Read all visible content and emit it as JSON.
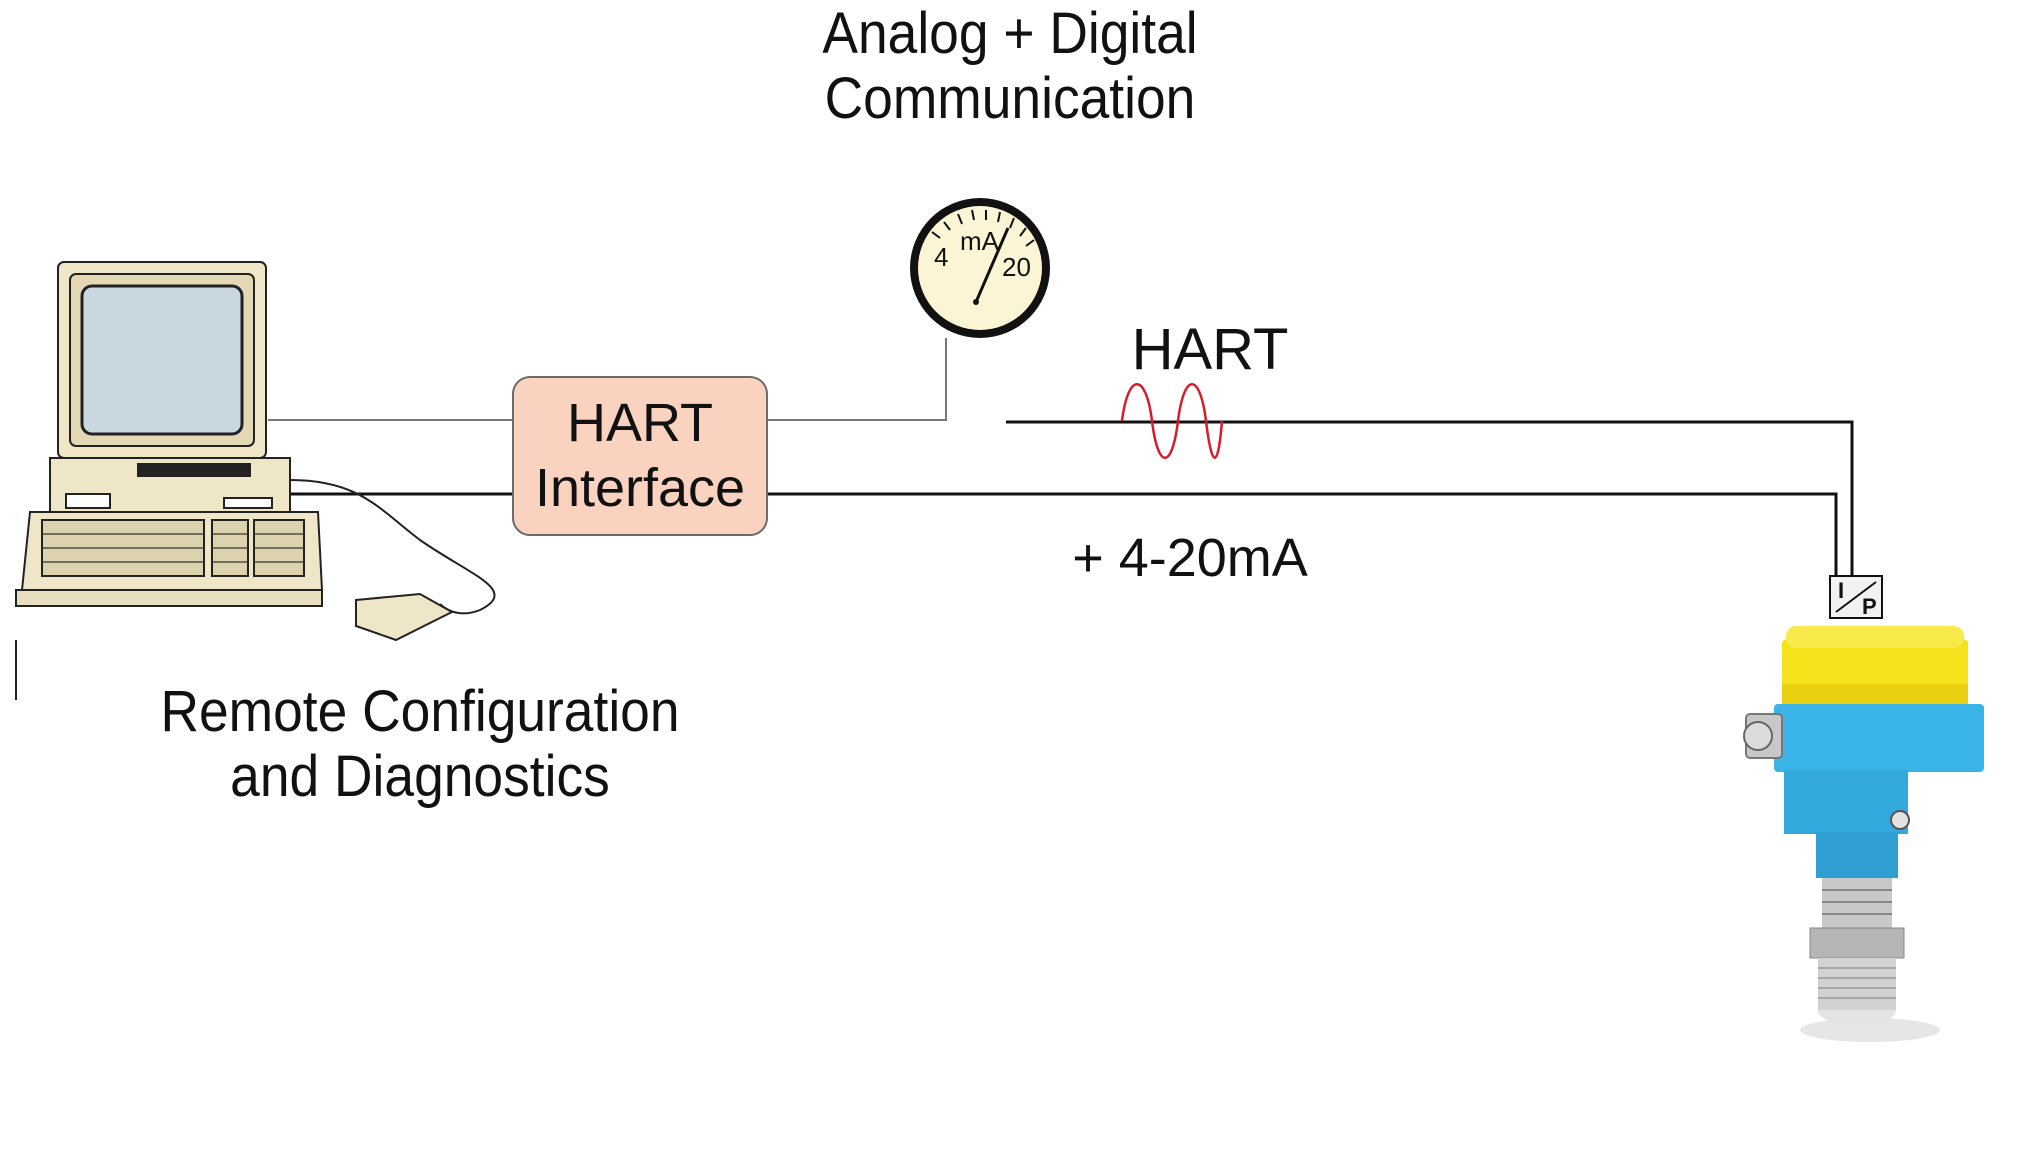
{
  "title": [
    "Analog + Digital",
    "Communication"
  ],
  "computer": {
    "caption": [
      "Remote Configuration",
      "and Diagnostics"
    ]
  },
  "hart_interface": {
    "line1": "HART",
    "line2": "Interface"
  },
  "meter": {
    "low": "4",
    "unit": "mA",
    "high": "20"
  },
  "signals": {
    "hart_label": "HART",
    "current_label": "+ 4-20mA"
  },
  "converter": {
    "top": "I",
    "bottom": "P"
  },
  "colors": {
    "hart_box_fill": "#f9d3bf",
    "hart_wave": "#d81c2c",
    "transmitter_cap": "#f4e21a",
    "transmitter_body": "#3ab4e6",
    "computer_beige": "#efe6c8",
    "screen": "#c9d7e0",
    "meter_face": "#fbf5d6"
  }
}
